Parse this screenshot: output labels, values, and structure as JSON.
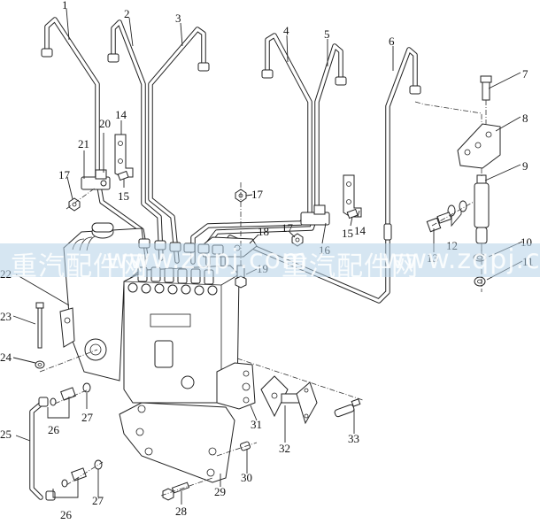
{
  "diagram": {
    "type": "exploded-parts-diagram",
    "subject": "fuel injection pump assembly with high-pressure fuel lines and injector",
    "callouts": [
      {
        "id": "c1",
        "label": "1"
      },
      {
        "id": "c2",
        "label": "2"
      },
      {
        "id": "c3",
        "label": "3"
      },
      {
        "id": "c4",
        "label": "4"
      },
      {
        "id": "c5",
        "label": "5"
      },
      {
        "id": "c6",
        "label": "6"
      },
      {
        "id": "c7",
        "label": "7"
      },
      {
        "id": "c8",
        "label": "8"
      },
      {
        "id": "c9",
        "label": "9"
      },
      {
        "id": "c10",
        "label": "10"
      },
      {
        "id": "c11",
        "label": "11"
      },
      {
        "id": "c12",
        "label": "12"
      },
      {
        "id": "c13",
        "label": "13"
      },
      {
        "id": "c14a",
        "label": "14"
      },
      {
        "id": "c14b",
        "label": "14"
      },
      {
        "id": "c15a",
        "label": "15"
      },
      {
        "id": "c15b",
        "label": "15"
      },
      {
        "id": "c16",
        "label": "16"
      },
      {
        "id": "c17a",
        "label": "17"
      },
      {
        "id": "c17b",
        "label": "17"
      },
      {
        "id": "c17c",
        "label": "17"
      },
      {
        "id": "c18",
        "label": "18"
      },
      {
        "id": "c19",
        "label": "19"
      },
      {
        "id": "c20",
        "label": "20"
      },
      {
        "id": "c21",
        "label": "21"
      },
      {
        "id": "c22",
        "label": "22"
      },
      {
        "id": "c23",
        "label": "23"
      },
      {
        "id": "c24",
        "label": "24"
      },
      {
        "id": "c25",
        "label": "25"
      },
      {
        "id": "c26a",
        "label": "26"
      },
      {
        "id": "c26b",
        "label": "26"
      },
      {
        "id": "c27a",
        "label": "27"
      },
      {
        "id": "c27b",
        "label": "27"
      },
      {
        "id": "c28",
        "label": "28"
      },
      {
        "id": "c29",
        "label": "29"
      },
      {
        "id": "c30",
        "label": "30"
      },
      {
        "id": "c31",
        "label": "31"
      },
      {
        "id": "c32",
        "label": "32"
      },
      {
        "id": "c33",
        "label": "33"
      }
    ]
  },
  "watermark": {
    "segments": [
      "重汽配件网",
      "www.zqpj.com",
      "重汽配件网",
      "www.zqpj.com"
    ],
    "band_color": "#b4d2e8"
  }
}
